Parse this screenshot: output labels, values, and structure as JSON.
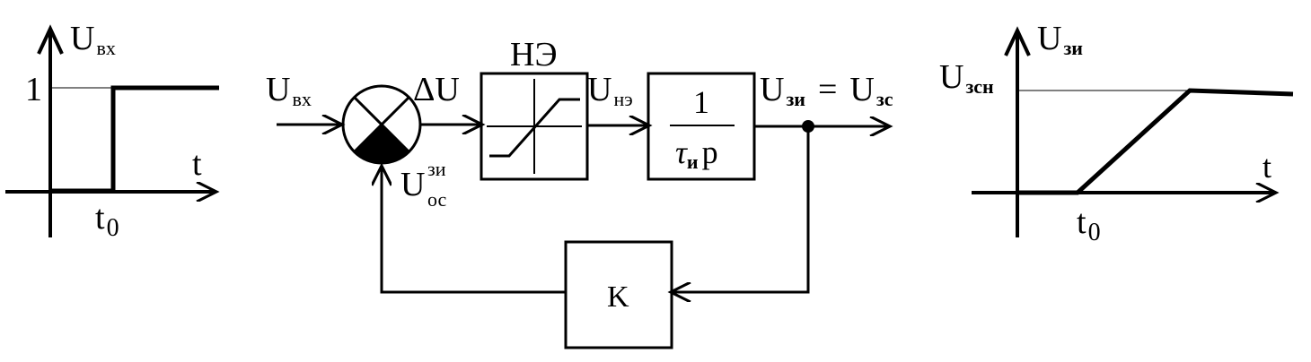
{
  "input_graph": {
    "y_label": {
      "main": "U",
      "sub": "вх"
    },
    "level_label": "1",
    "x_label": "t",
    "t0": {
      "main": "t",
      "sub": "0"
    }
  },
  "block_diagram": {
    "input_signal": {
      "main": "U",
      "sub": "вх"
    },
    "error_signal": {
      "delta": "ΔU"
    },
    "feedback_signal": {
      "main": "U",
      "sup": "зи",
      "sub": "ос"
    },
    "nonlinear_block": {
      "title": "НЭ"
    },
    "nonlinear_output": {
      "main": "U",
      "sub": "нэ"
    },
    "integrator_block": {
      "numerator": "1",
      "tau": "τ",
      "tau_sub": "и",
      "p": "p"
    },
    "output_signal": {
      "main": "U",
      "sub": "зи",
      "eq": "=",
      "main2": "U",
      "sub2": "зс"
    },
    "feedback_block": {
      "label": "K"
    }
  },
  "output_graph": {
    "y_label": {
      "main": "U",
      "sub": "зи"
    },
    "level_label": {
      "main": "U",
      "sub": "зсн"
    },
    "x_label": "t",
    "t0": {
      "main": "t",
      "sub": "0"
    }
  }
}
